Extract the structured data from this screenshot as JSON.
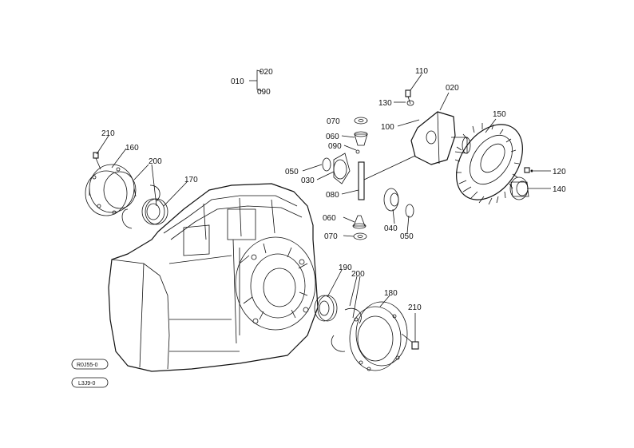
{
  "parts": [
    {
      "id": "p010",
      "label": "010"
    },
    {
      "id": "p020a",
      "label": "020"
    },
    {
      "id": "p090a",
      "label": "090"
    },
    {
      "id": "p110",
      "label": "110"
    },
    {
      "id": "p020b",
      "label": "020"
    },
    {
      "id": "p130",
      "label": "130"
    },
    {
      "id": "p100",
      "label": "100"
    },
    {
      "id": "p150",
      "label": "150"
    },
    {
      "id": "p070a",
      "label": "070"
    },
    {
      "id": "p060a",
      "label": "060"
    },
    {
      "id": "p090b",
      "label": "090"
    },
    {
      "id": "p050a",
      "label": "050"
    },
    {
      "id": "p030",
      "label": "030"
    },
    {
      "id": "p080",
      "label": "080"
    },
    {
      "id": "p120",
      "label": "120"
    },
    {
      "id": "p140",
      "label": "140"
    },
    {
      "id": "p040",
      "label": "040"
    },
    {
      "id": "p050b",
      "label": "050"
    },
    {
      "id": "p060b",
      "label": "060"
    },
    {
      "id": "p070b",
      "label": "070"
    },
    {
      "id": "p210a",
      "label": "210"
    },
    {
      "id": "p160",
      "label": "160"
    },
    {
      "id": "p200a",
      "label": "200"
    },
    {
      "id": "p170",
      "label": "170"
    },
    {
      "id": "p190",
      "label": "190"
    },
    {
      "id": "p200b",
      "label": "200"
    },
    {
      "id": "p180",
      "label": "180"
    },
    {
      "id": "p210b",
      "label": "210"
    }
  ],
  "stamps": [
    {
      "id": "stamp1",
      "label": "R0J55-0"
    },
    {
      "id": "stamp2",
      "label": "L3J9-0"
    }
  ]
}
